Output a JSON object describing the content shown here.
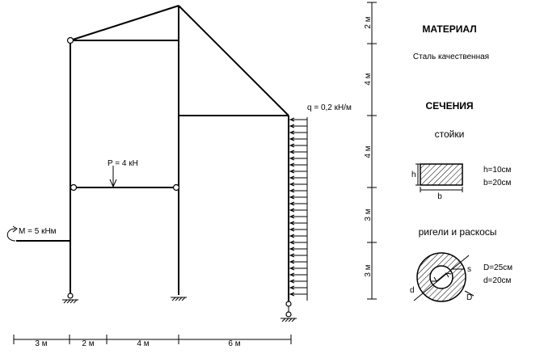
{
  "material": {
    "title": "МАТЕРИАЛ",
    "name": "Сталь качественная"
  },
  "sections": {
    "title": "СЕЧЕНИЯ",
    "columns_title": "стойки",
    "rect_h_label": "h",
    "rect_b_label": "b",
    "rect_h_value": "h=10см",
    "rect_b_value": "b=20см",
    "beams_title": "ригели и раскосы",
    "ring_s_label": "s",
    "ring_d_label": "d",
    "ring_D_label": "D",
    "ring_D_value": "D=25см",
    "ring_d_value": "d=20см"
  },
  "loads": {
    "q_label": "q = 0,2 кН/м",
    "p_label": "P = 4 кН",
    "m_label": "M = 5 кНм"
  },
  "dims_horizontal": [
    "3 м",
    "2 м",
    "4 м",
    "6 м"
  ],
  "dims_vertical": [
    "2 м",
    "4 м",
    "4 м",
    "3 м",
    "3 м"
  ],
  "colors": {
    "line": "#000000",
    "background": "#ffffff"
  }
}
